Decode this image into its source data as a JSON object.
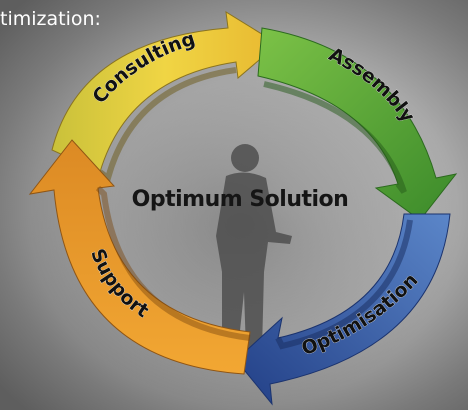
{
  "heading": "timization:",
  "center_label": "Optimum Solution",
  "segments": [
    {
      "label": "Consulting",
      "color": "#e8c53a"
    },
    {
      "label": "Assembly",
      "color": "#57a83a"
    },
    {
      "label": "Optimisation",
      "color": "#2f5ea8"
    },
    {
      "label": "Support",
      "color": "#e6992e"
    }
  ]
}
